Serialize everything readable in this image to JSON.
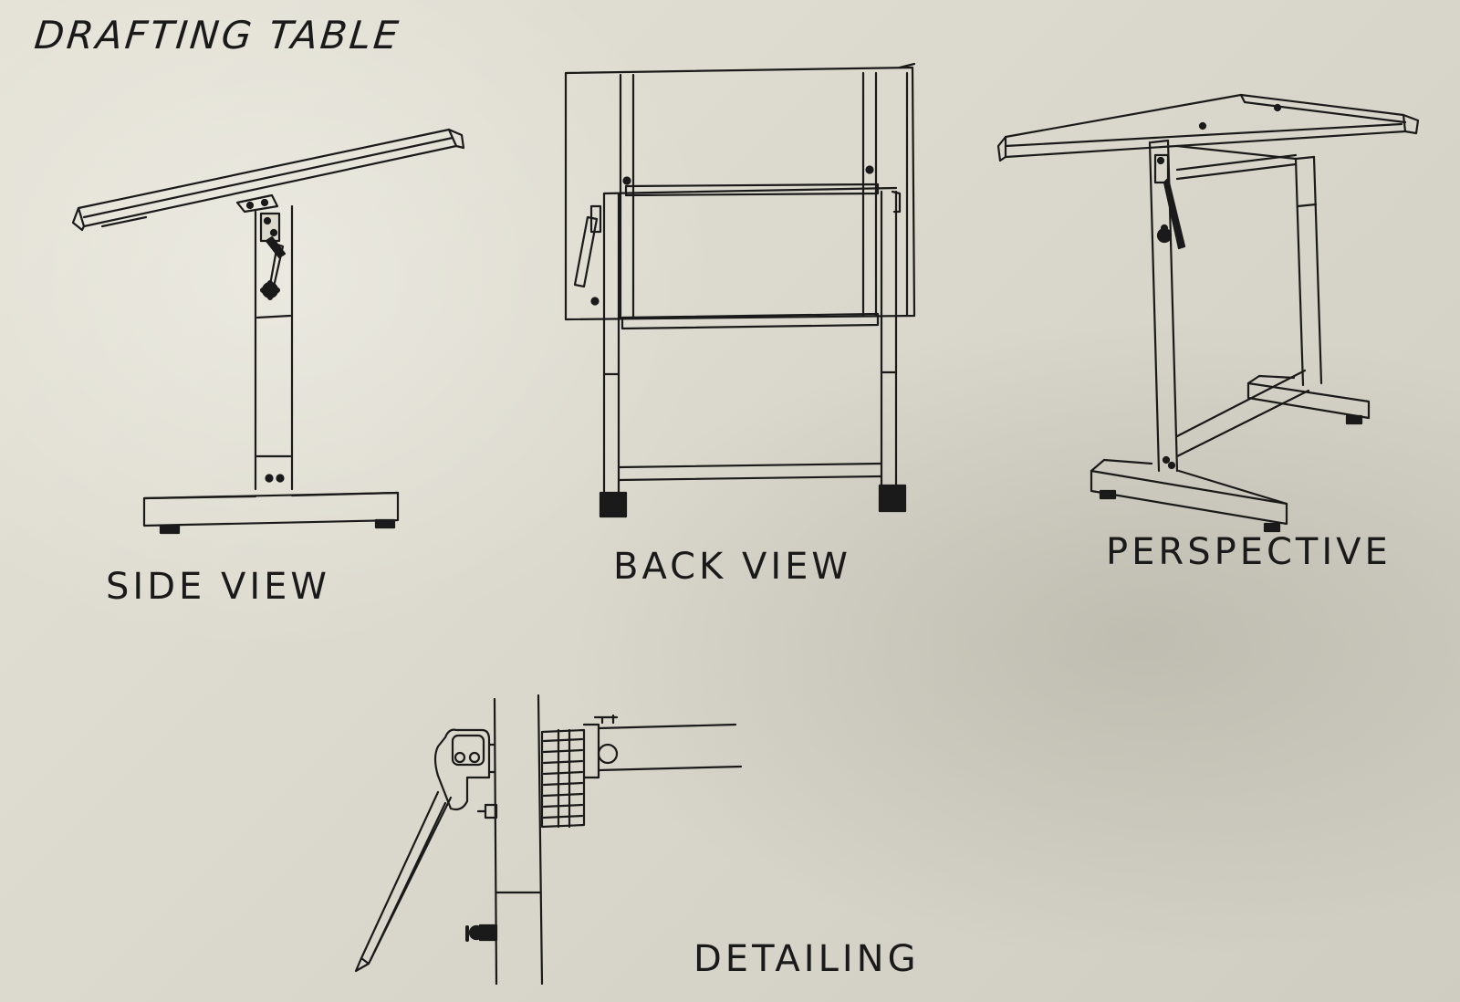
{
  "title": "DRAFTING TABLE",
  "views": [
    {
      "id": "side",
      "caption": "SIDE VIEW"
    },
    {
      "id": "back",
      "caption": "BACK VIEW"
    },
    {
      "id": "perspective",
      "caption": "PERSPECTIVE"
    },
    {
      "id": "detail",
      "caption": "DETAILING"
    }
  ],
  "colors": {
    "paper": "#dedccf",
    "ink": "#1a1a1a"
  }
}
